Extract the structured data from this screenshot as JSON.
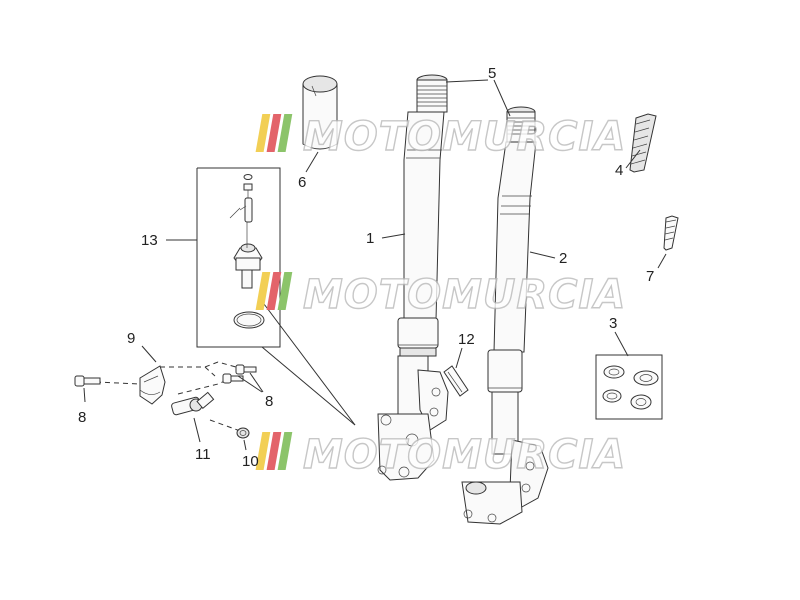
{
  "watermark": {
    "text": "MOTOMURCIA",
    "stripe_colors": [
      "#f2cf55",
      "#e3646a",
      "#8cc46a",
      "#f2cf55"
    ]
  },
  "callouts": [
    {
      "id": "fork-leg-left",
      "label": "1"
    },
    {
      "id": "fork-leg-right",
      "label": "2"
    },
    {
      "id": "gasket-kit",
      "label": "3"
    },
    {
      "id": "spring-long",
      "label": "4"
    },
    {
      "id": "fork-tube-caps",
      "label": "5"
    },
    {
      "id": "spacer-tube",
      "label": "6"
    },
    {
      "id": "spring-short",
      "label": "7"
    },
    {
      "id": "bolt-bracket",
      "label": "8"
    },
    {
      "id": "bolt-pair",
      "label": "8"
    },
    {
      "id": "bracket",
      "label": "9"
    },
    {
      "id": "nut",
      "label": "10"
    },
    {
      "id": "fitting",
      "label": "11"
    },
    {
      "id": "sensor-clip",
      "label": "12"
    },
    {
      "id": "adjuster-kit",
      "label": "13"
    }
  ]
}
